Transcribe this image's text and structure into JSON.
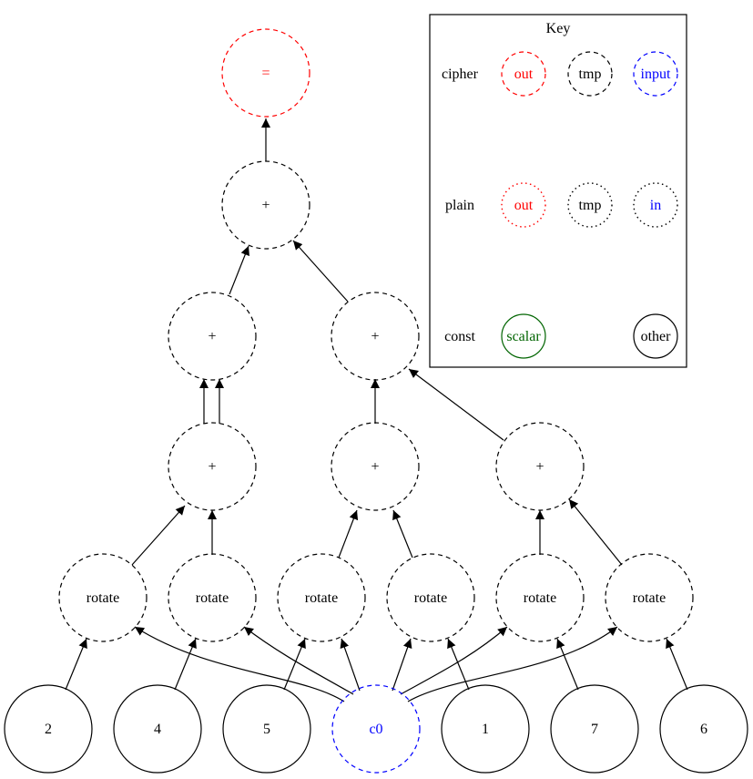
{
  "nodes": {
    "eq": {
      "label": "=",
      "color": "#ff0000"
    },
    "add1": {
      "label": "+",
      "color": "#000000"
    },
    "add2a": {
      "label": "+",
      "color": "#000000"
    },
    "add2b": {
      "label": "+",
      "color": "#000000"
    },
    "add3a": {
      "label": "+",
      "color": "#000000"
    },
    "add3b": {
      "label": "+",
      "color": "#000000"
    },
    "add3c": {
      "label": "+",
      "color": "#000000"
    },
    "rot1": {
      "label": "rotate",
      "color": "#000000"
    },
    "rot2": {
      "label": "rotate",
      "color": "#000000"
    },
    "rot3": {
      "label": "rotate",
      "color": "#000000"
    },
    "rot4": {
      "label": "rotate",
      "color": "#000000"
    },
    "rot5": {
      "label": "rotate",
      "color": "#000000"
    },
    "rot6": {
      "label": "rotate",
      "color": "#000000"
    },
    "k2": {
      "label": "2",
      "color": "#000000"
    },
    "k4": {
      "label": "4",
      "color": "#000000"
    },
    "k5": {
      "label": "5",
      "color": "#000000"
    },
    "c0": {
      "label": "c0",
      "color": "#0000ff"
    },
    "k1": {
      "label": "1",
      "color": "#000000"
    },
    "k7": {
      "label": "7",
      "color": "#000000"
    },
    "k6": {
      "label": "6",
      "color": "#000000"
    }
  },
  "key": {
    "title": "Key",
    "row_cipher": "cipher",
    "row_plain": "plain",
    "row_const": "const",
    "cipher_out": "out",
    "cipher_tmp": "tmp",
    "cipher_input": "input",
    "plain_out": "out",
    "plain_tmp": "tmp",
    "plain_in": "in",
    "const_scalar": "scalar",
    "const_other": "other"
  },
  "colors": {
    "output": "#ff0000",
    "temporary": "#000000",
    "input": "#0000ff",
    "scalar": "#006400",
    "edge": "#000000"
  }
}
